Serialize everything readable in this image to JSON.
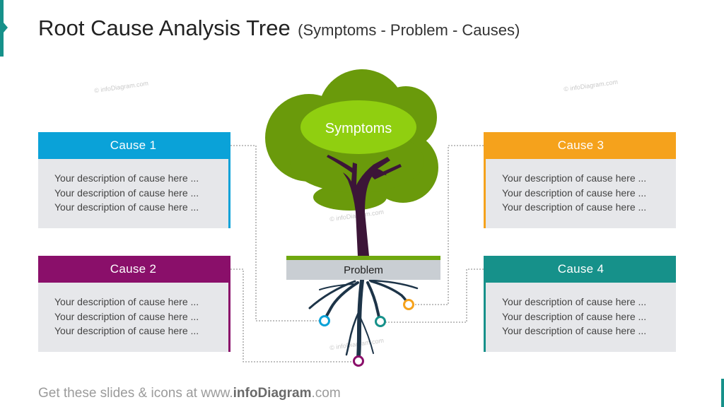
{
  "title": {
    "main": "Root Cause Analysis Tree",
    "sub": "(Symptoms - Problem - Causes)"
  },
  "tree": {
    "symptoms_label": "Symptoms",
    "problem_label": "Problem"
  },
  "causes": [
    {
      "title": "Cause 1",
      "color": "#0aa2d8",
      "lines": [
        "Your description of cause here ...",
        "Your description of cause here ...",
        "Your description of cause here ..."
      ]
    },
    {
      "title": "Cause 2",
      "color": "#8a0f6a",
      "lines": [
        "Your description of cause here ...",
        "Your description of cause here ...",
        "Your description of cause here ..."
      ]
    },
    {
      "title": "Cause 3",
      "color": "#f5a21c",
      "lines": [
        "Your description of cause here ...",
        "Your description of cause here ...",
        "Your description of cause here ..."
      ]
    },
    {
      "title": "Cause 4",
      "color": "#16918a",
      "lines": [
        "Your description of cause here ...",
        "Your description of cause here ...",
        "Your description of cause here ..."
      ]
    }
  ],
  "watermark": "© infoDiagram.com",
  "footer": {
    "prefix": "Get these slides & icons at www.",
    "brand": "infoDiagram",
    "suffix": ".com"
  },
  "colors": {
    "leaf_dark": "#6a9a0b",
    "leaf_light": "#90cf10",
    "trunk": "#3c1538",
    "roots": "#1d3448",
    "grass": "#6fa80f",
    "accent": "#16918a"
  }
}
